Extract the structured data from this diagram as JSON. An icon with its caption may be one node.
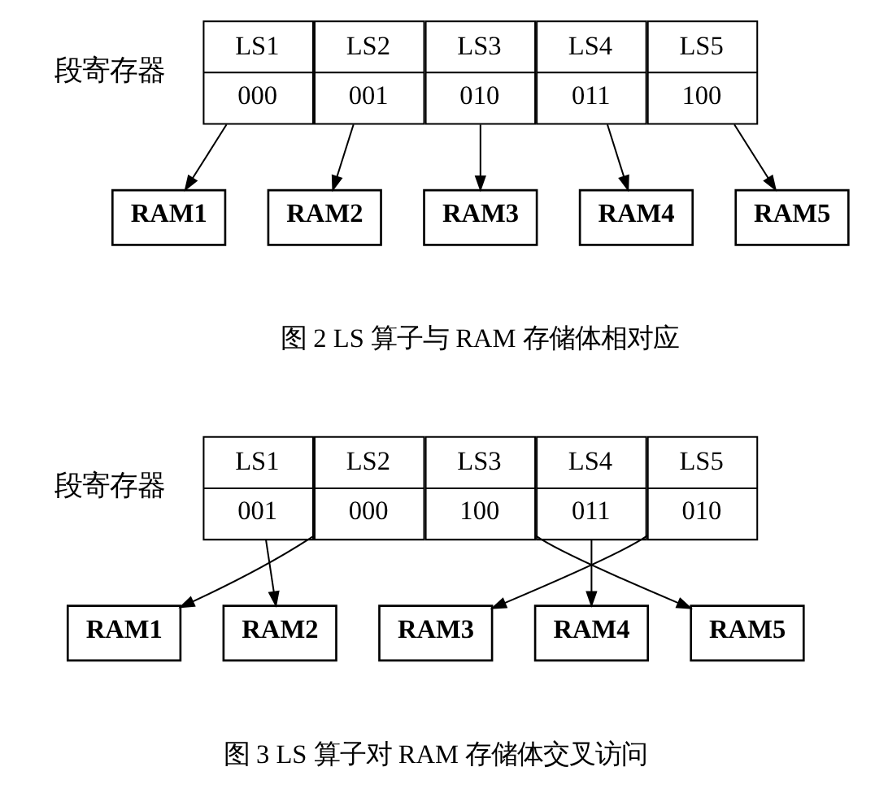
{
  "diagram": {
    "nodes": [
      {
        "text": [
          "LS1",
          "000"
        ]
      },
      {
        "text": [
          "LS2",
          "001"
        ]
      },
      {
        "text": [
          "LS3",
          "010"
        ]
      },
      {
        "text": [
          "LS4",
          "011"
        ]
      },
      {
        "text": [
          "LS5",
          "100"
        ]
      },
      {
        "text": [
          "RAM1"
        ]
      },
      {
        "text": [
          "RAM2"
        ]
      },
      {
        "text": [
          "RAM3"
        ]
      },
      {
        "text": [
          "RAM4"
        ]
      },
      {
        "text": [
          "RAM5"
        ]
      },
      {
        "text": [
          "LS1",
          "001"
        ]
      },
      {
        "text": [
          "LS2",
          "000"
        ]
      },
      {
        "text": [
          "LS3",
          "100"
        ]
      },
      {
        "text": [
          "LS4",
          "011"
        ]
      },
      {
        "text": [
          "LS5",
          "010"
        ]
      },
      {
        "text": [
          "RAM1"
        ]
      },
      {
        "text": [
          "RAM2"
        ]
      },
      {
        "text": [
          "RAM3"
        ]
      },
      {
        "text": [
          "RAM4"
        ]
      },
      {
        "text": [
          "RAM5"
        ]
      }
    ],
    "edges": [
      {
        "from": 0,
        "to": 5,
        "arrow": "to"
      },
      {
        "from": 1,
        "to": 6,
        "arrow": "to"
      },
      {
        "from": 2,
        "to": 7,
        "arrow": "to"
      },
      {
        "from": 3,
        "to": 8,
        "arrow": "to"
      },
      {
        "from": 4,
        "to": 9,
        "arrow": "to"
      },
      {
        "from": 10,
        "to": 16,
        "arrow": "to"
      },
      {
        "from": 11,
        "to": 15,
        "arrow": "to"
      },
      {
        "from": 12,
        "to": 19,
        "arrow": "to"
      },
      {
        "from": 13,
        "to": 18,
        "arrow": "to"
      },
      {
        "from": 14,
        "to": 17,
        "arrow": "to"
      }
    ],
    "labels": [
      "段寄存器",
      "图 2 LS 算子与 RAM 存储体相对应",
      "段寄存器",
      "图 3 LS 算子对 RAM 存储体交叉访问"
    ]
  }
}
